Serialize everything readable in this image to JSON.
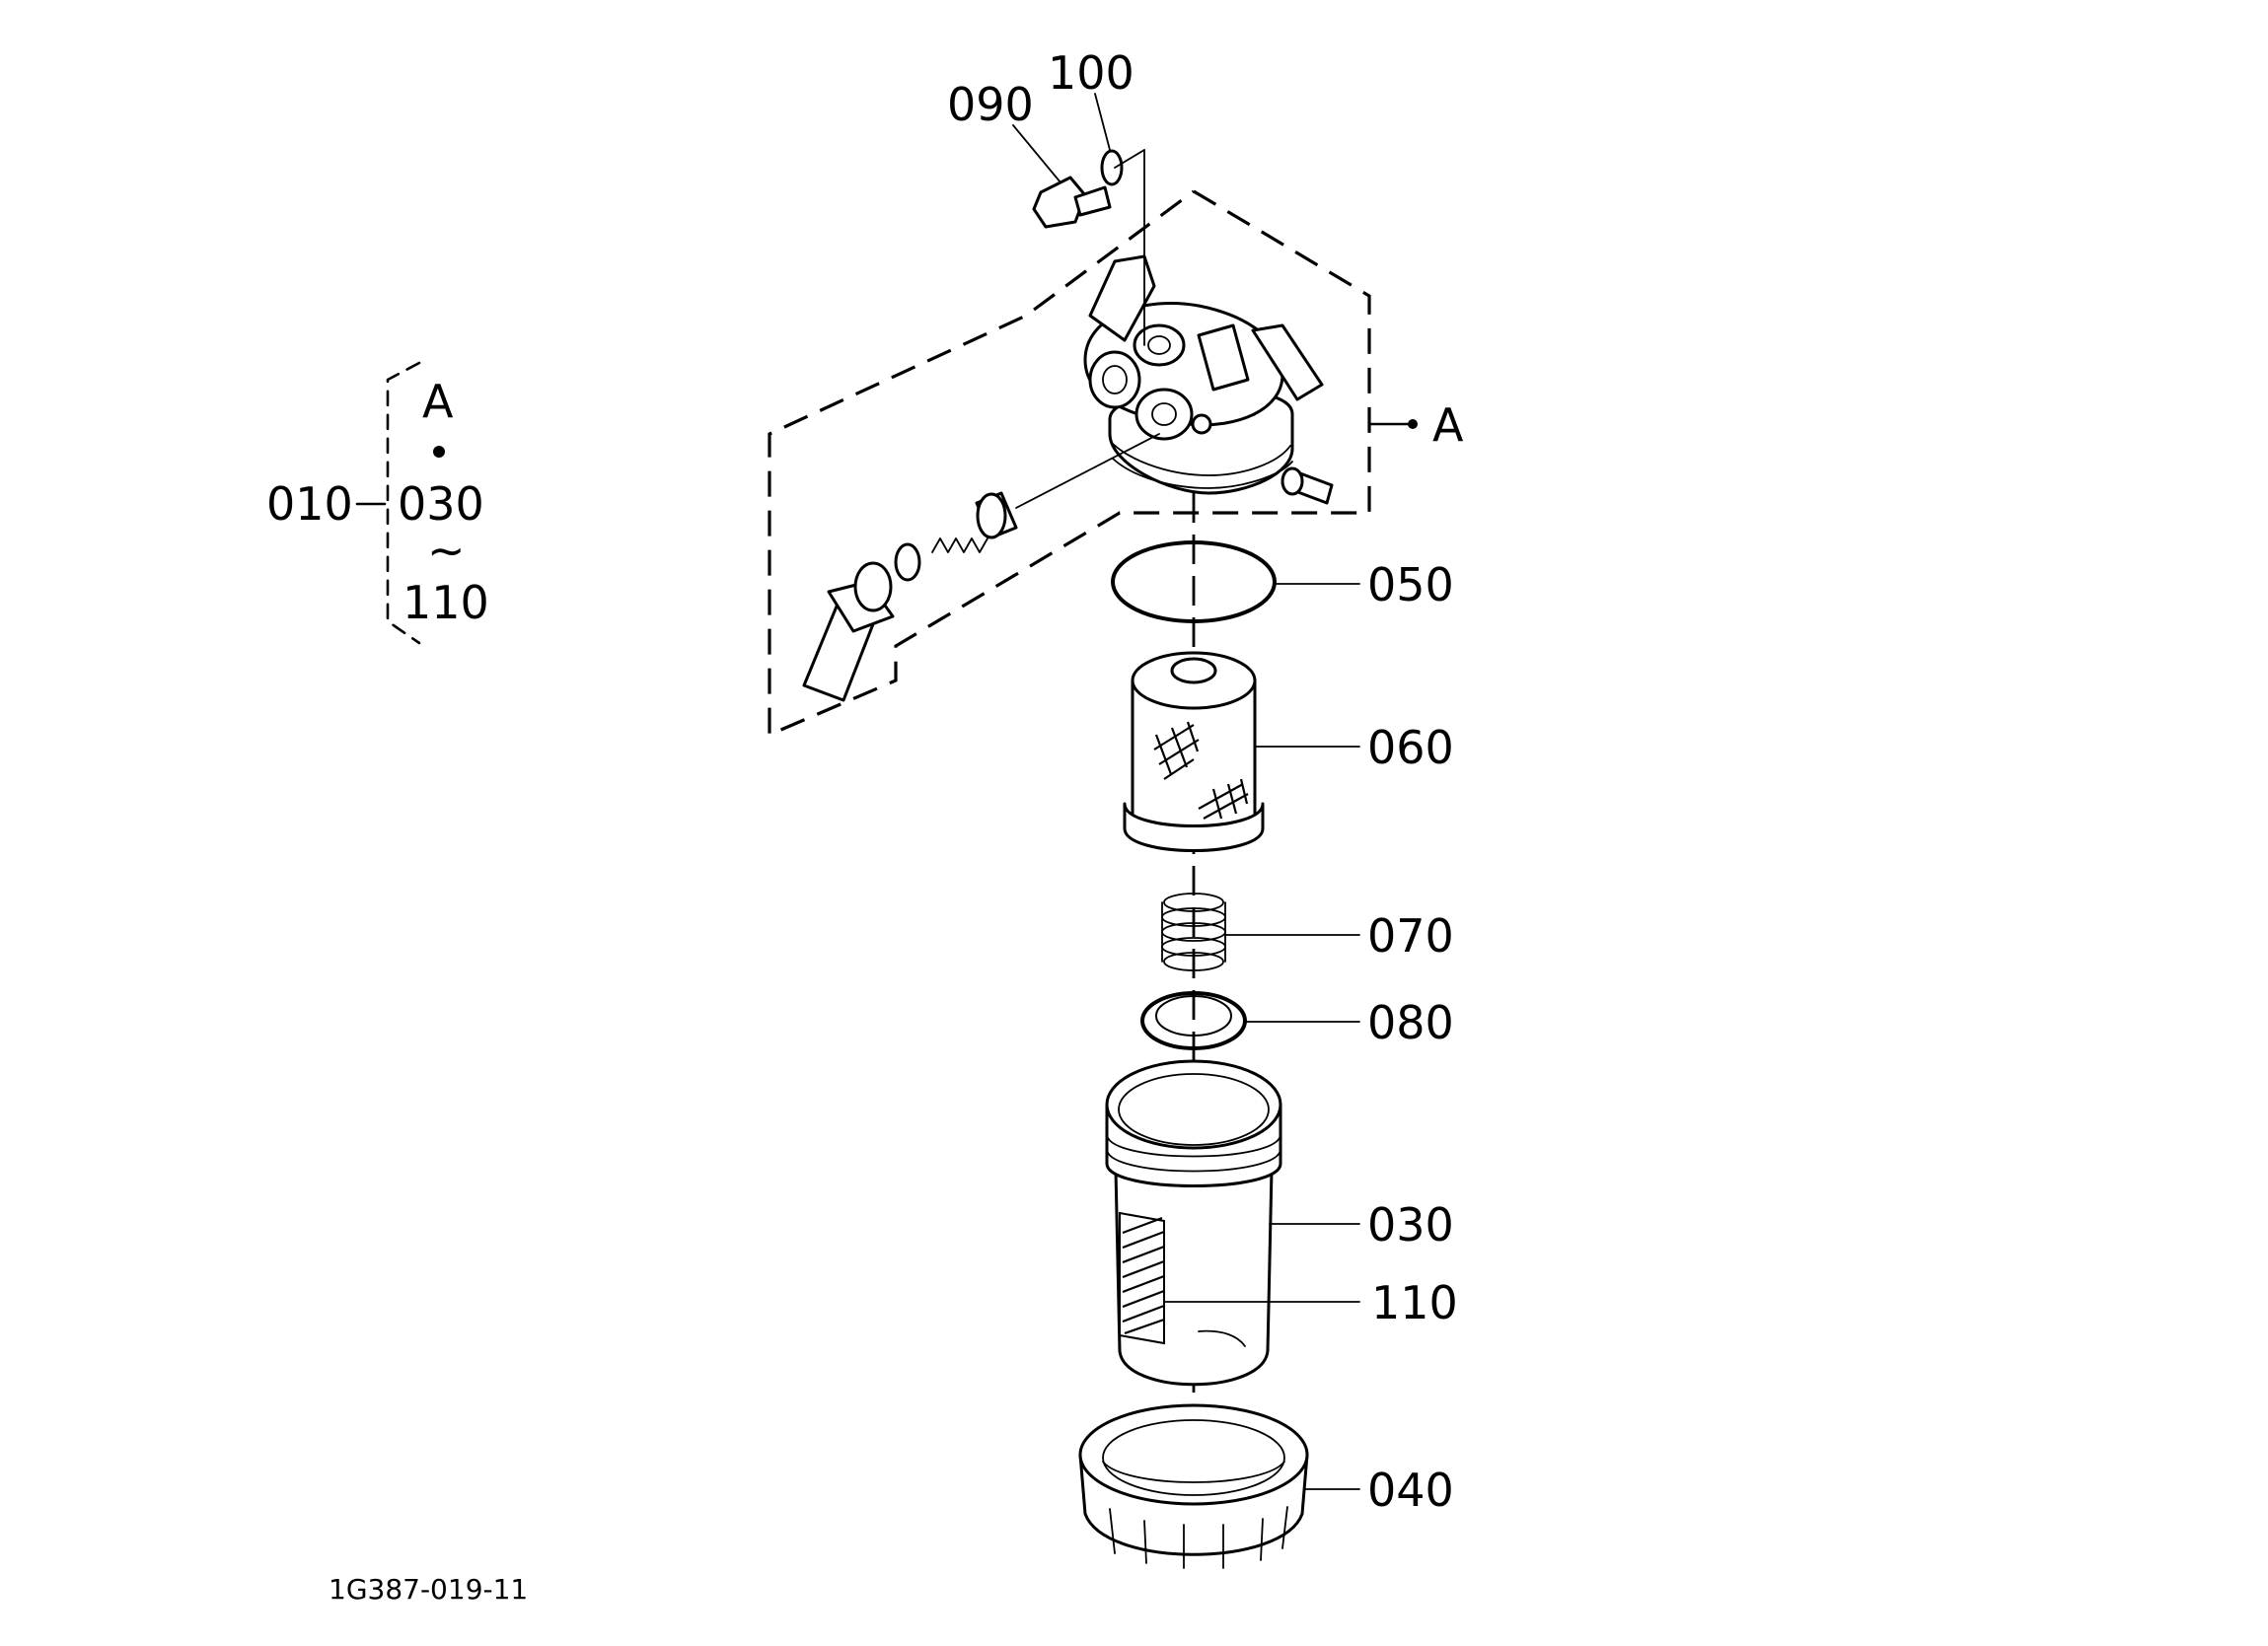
{
  "diagram": {
    "drawing_code": "1G387-019-11",
    "callouts": [
      {
        "id": "090",
        "text": "090"
      },
      {
        "id": "100",
        "text": "100"
      },
      {
        "id": "A_ref",
        "text": "A"
      },
      {
        "id": "050",
        "text": "050"
      },
      {
        "id": "060",
        "text": "060"
      },
      {
        "id": "070",
        "text": "070"
      },
      {
        "id": "080",
        "text": "080"
      },
      {
        "id": "030",
        "text": "030"
      },
      {
        "id": "110",
        "text": "110"
      },
      {
        "id": "040",
        "text": "040"
      }
    ],
    "assembly_group": {
      "parent": "010",
      "ref": "A",
      "from": "030",
      "range_symbol": "~",
      "to": "110"
    }
  }
}
